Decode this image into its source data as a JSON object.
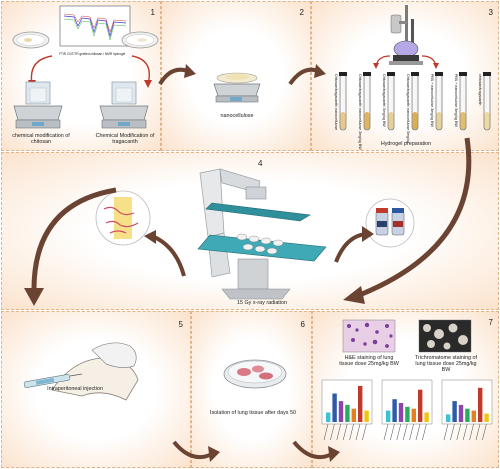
{
  "panels": [
    {
      "number": "1",
      "captions": [
        "chemical modification of chitosan",
        "Chemical Modification of tragacanth"
      ],
      "spectrum_label": "FTIR CNT/TR grafted chitosan / NMR hydrogel"
    },
    {
      "number": "2",
      "captions": [
        "nanocellulose"
      ]
    },
    {
      "number": "3",
      "captions": [
        "Hydrogel preparation"
      ],
      "tube_labels": [
        "Chitosan/tragacanth/ nanocellulose",
        "Chitosan/tragacanth/ nanocellulose 3mg/kg BW",
        "Chitosan/tragacanth/ 5mg/kg BW",
        "Chitosan/tragacanth/ nanocellulose 5mg/kg",
        "PBS + nanocellulose 3mg/kg BW",
        "PBS + nanocellulose 5mg/kg BW",
        "chitosan/tragacanth"
      ]
    },
    {
      "number": "4",
      "captions": [
        "15 Gy x-ray radiation"
      ]
    },
    {
      "number": "5",
      "captions": [
        "Intraperitoneal injection"
      ]
    },
    {
      "number": "6",
      "captions": [
        "Isolation of lung tissue after days 50"
      ]
    },
    {
      "number": "7",
      "captions": [
        "H&E staining of lung tissue dose 25mg/kg BW",
        "Trichromatome staining of lung tissue dose 25mg/kg BW"
      ]
    }
  ],
  "colors": {
    "arrow": "#6b4332",
    "panel_border": "#e2b48a",
    "panel_glow": "#fbe3cd",
    "bed": "#3fa9b6"
  }
}
